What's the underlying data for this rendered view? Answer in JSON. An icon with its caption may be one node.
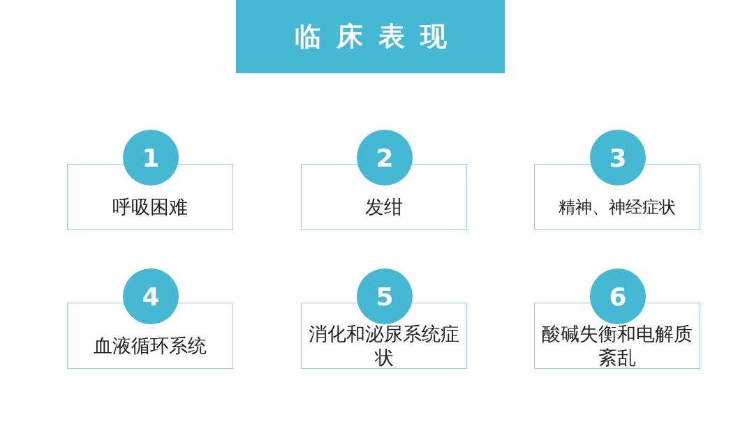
{
  "diagram": {
    "title": "临床表现",
    "nodes": [
      {
        "text": [
          "1",
          "呼吸困难"
        ]
      },
      {
        "text": [
          "2",
          "发绀"
        ]
      },
      {
        "text": [
          "3",
          "精神、神经症状"
        ]
      },
      {
        "text": [
          "4",
          "血液循环系统"
        ]
      },
      {
        "text": [
          "5",
          "消化和泌尿系统症状"
        ]
      },
      {
        "text": [
          "6",
          "酸碱失衡和电解质紊乱"
        ]
      }
    ]
  }
}
